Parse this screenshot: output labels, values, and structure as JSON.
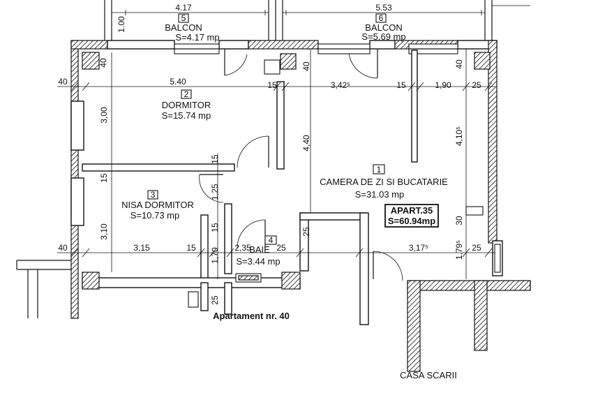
{
  "plan": {
    "balcony_left": {
      "length": "4.17",
      "number": "5",
      "name": "BALCON",
      "area": "S=4.17 mp"
    },
    "balcony_right": {
      "length": "5.53",
      "number": "6",
      "name": "BALCON",
      "area": "S=5.69 mp"
    },
    "bedroom": {
      "number": "2",
      "name": "DORMITOR",
      "area": "S=15.74 mp"
    },
    "bedroom_nook": {
      "number": "3",
      "name": "NISA DORMITOR",
      "area": "S=10.73 mp"
    },
    "living": {
      "number": "1",
      "name": "CAMERA DE ZI SI BUCATARIE",
      "area": "S=31.03 mp"
    },
    "bath": {
      "number": "4",
      "name": "BAIE",
      "area": "S=3.44 mp"
    },
    "apartment_box": {
      "title": "APART.35",
      "area": "S=60.94mp"
    },
    "neighbor_label": "Apartament nr. 40",
    "stair_label": "CASA SCARII",
    "dims": {
      "balcony_depth": "1.00",
      "bedroom_width": "5.40",
      "left_margin_top": "40",
      "left_margin_bottom": "40",
      "wall_top_left": "40",
      "wall_mid_top": "40",
      "wall_right_top": "40",
      "gap_15_a": "15",
      "gap_15_b": "15",
      "living_width": "3,42⁵",
      "right_width": "1,90",
      "right_wall": "25",
      "bedroom_height": "3,00",
      "gap_15_left": "15",
      "nook_height": "3,10",
      "nook_width": "3,15",
      "gap_15_c": "15",
      "bath_width": "2,35",
      "bath_wall": "25",
      "corridor_height": "4,40",
      "right_height": "4,10⁵",
      "door_15_top": "15",
      "door_125": "1,25",
      "door_15_bottom": "15",
      "corridor_170": "1,70",
      "wall_25_mid": "25",
      "wall_25_low": "25",
      "stair_width": "3,17⁵",
      "right_low_height": "1,79⁵",
      "right_low_wall": "25",
      "box_30": "30"
    }
  }
}
